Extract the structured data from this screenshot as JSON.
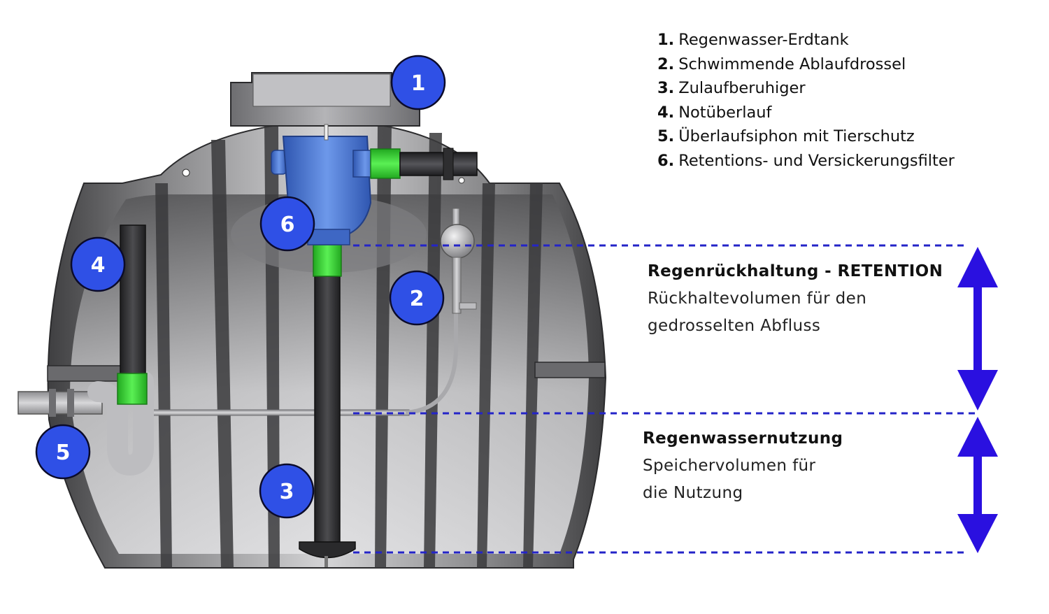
{
  "legend": {
    "items": [
      {
        "num": "1.",
        "label": "Regenwasser-Erdtank"
      },
      {
        "num": "2.",
        "label": "Schwimmende Ablaufdrossel"
      },
      {
        "num": "3.",
        "label": "Zulaufberuhiger"
      },
      {
        "num": "4.",
        "label": "Notüberlauf"
      },
      {
        "num": "5.",
        "label": "Überlaufsiphon mit Tierschutz"
      },
      {
        "num": "6.",
        "label": "Retentions- und Versickerungsfilter"
      }
    ]
  },
  "badges": [
    "1",
    "2",
    "3",
    "4",
    "5",
    "6"
  ],
  "zones": {
    "retention": {
      "title": "Regenrückhaltung - RETENTION",
      "desc_1": "Rückhaltevolumen für den",
      "desc_2": "gedrosselten Abfluss"
    },
    "usage": {
      "title": "Regenwassernutzung",
      "desc_1": "Speichervolumen für",
      "desc_2": "die Nutzung"
    }
  },
  "colors": {
    "badge": "#2f50e6",
    "arrow": "#2a10e0",
    "dash": "#2424c8",
    "filter": "#4a78d6",
    "coupling": "#3dd13a",
    "tank": "#a9a9ab"
  }
}
